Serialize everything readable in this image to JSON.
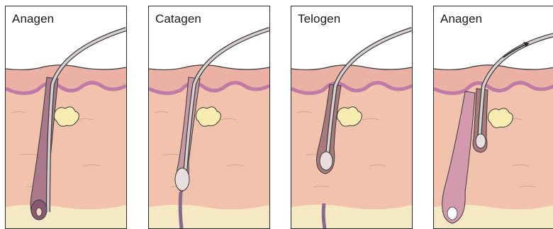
{
  "panels": [
    {
      "label": "Anagen"
    },
    {
      "label": "Catagen"
    },
    {
      "label": "Telogen"
    },
    {
      "label": "Anagen"
    }
  ],
  "colors": {
    "dermis": "#f2c2ad",
    "epidermis": "#e9b3a4",
    "basement": "#c07aa6",
    "fat": "#f4e9c4",
    "follicle": "#a9788a",
    "gland": "#f7edb0",
    "outline": "#3a3a3a"
  }
}
